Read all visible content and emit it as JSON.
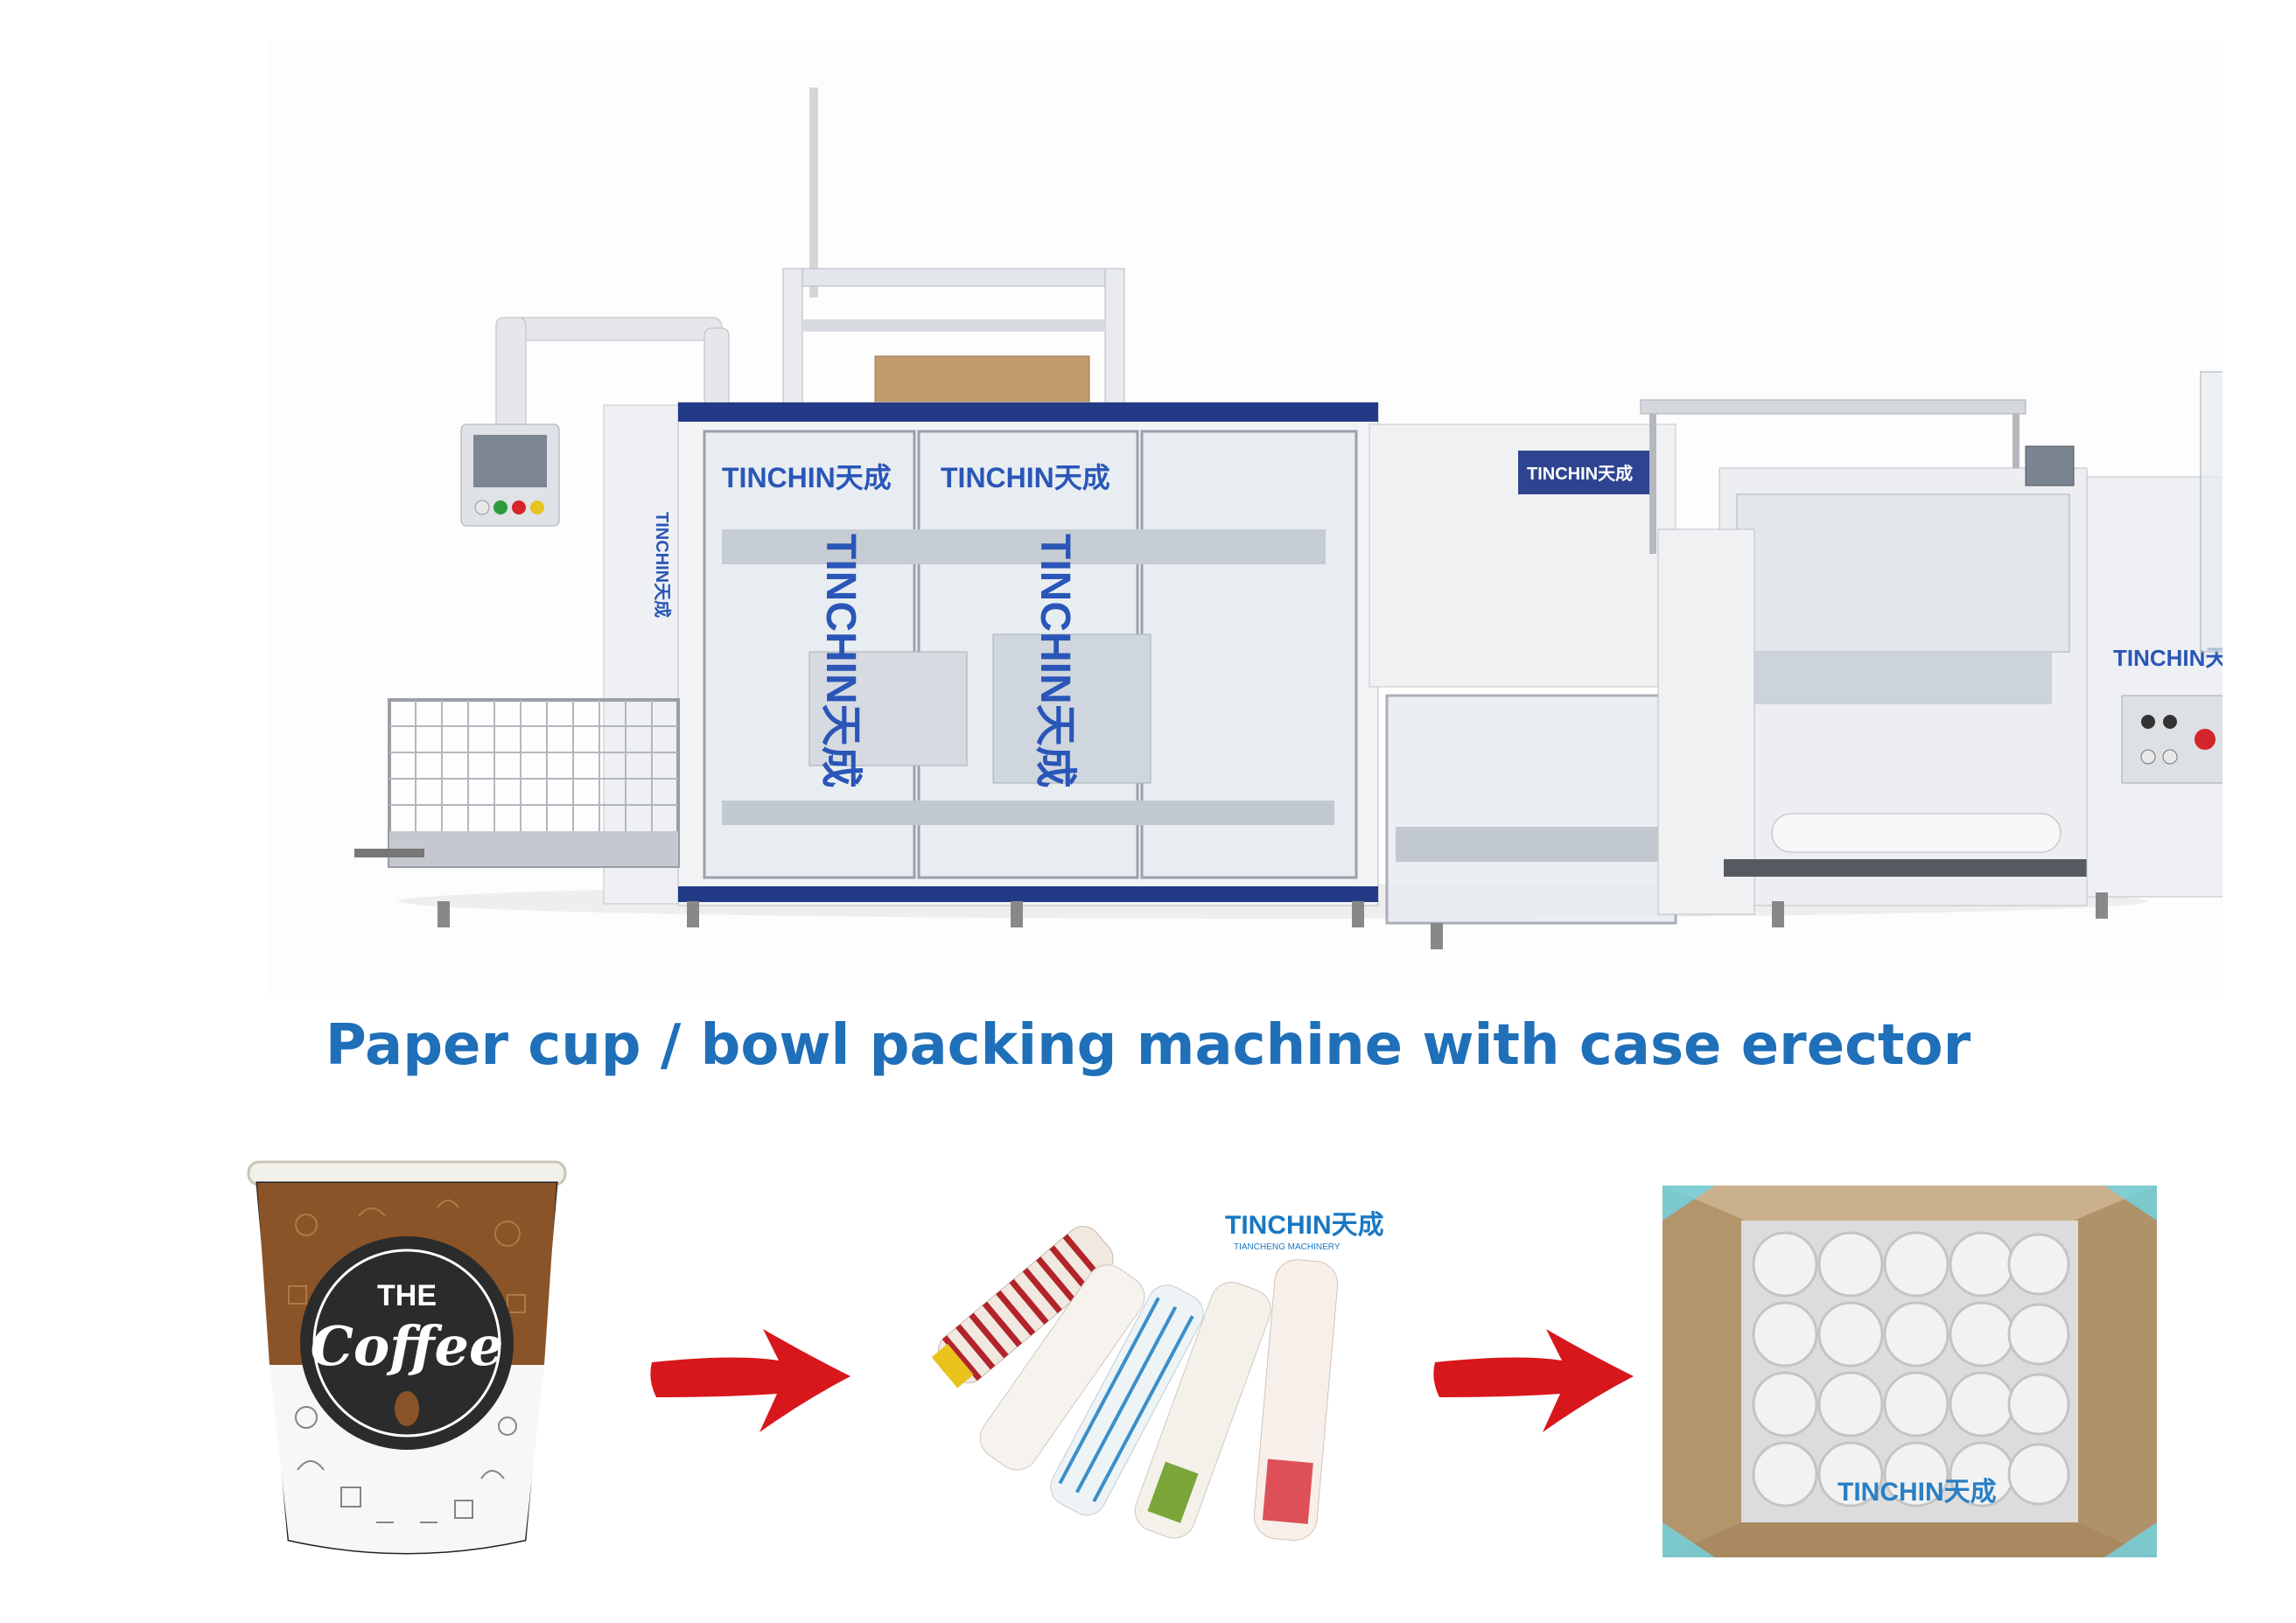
{
  "headline": "Paper cup / bowl packing machine with case erector",
  "machine": {
    "brand_labels": [
      "TINCHIN天成",
      "TINCHIN天成",
      "TINCHIN天成",
      "TINCHIN天成",
      "TINCHIN天成",
      "TINCHIN天成",
      "TINCHIN天成"
    ]
  },
  "cup": {
    "text_the": "THE",
    "text_coffee": "Coffee"
  },
  "sleeves_logo": {
    "brand": "TINCHIN天成",
    "subtitle": "TIANCHENG MACHINERY"
  },
  "box_logo": "TINCHIN天成",
  "colors": {
    "headline": "#1f6fb9",
    "brand_blue": "#2a56b8",
    "arrow_red": "#d8171c",
    "cardboard": "#b99a74"
  }
}
